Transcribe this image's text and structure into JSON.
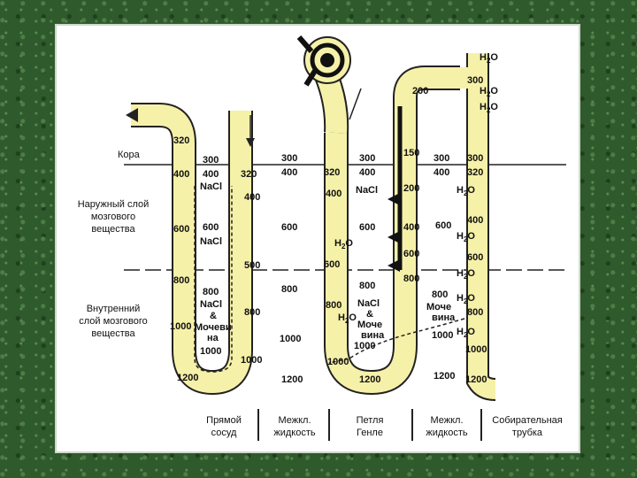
{
  "zones": {
    "cortex": "Кора",
    "outer_medulla": [
      "Наружный слой",
      "мозгового",
      "вещества"
    ],
    "inner_medulla": [
      "Внутренний",
      "слой мозгового",
      "вещества"
    ]
  },
  "vasa_recta": {
    "left_limb": [
      "320",
      "400",
      "600",
      "800",
      "1000",
      "1200"
    ],
    "inner_left": [
      "300",
      "400",
      "600",
      "800",
      "1000"
    ],
    "inner_right": [
      "320",
      "400",
      "500",
      "800",
      "1000"
    ],
    "nacl1": "NaCl",
    "nacl2": "NaCl",
    "nacl3": "NaCl",
    "and": "&",
    "urea": [
      "Мочеви",
      "на"
    ]
  },
  "interstitium1": [
    "300",
    "400",
    "600",
    "800",
    "1000",
    "1200"
  ],
  "loop_henle": {
    "left_limb": [
      "320",
      "400",
      "600",
      "800",
      "1000"
    ],
    "inner_left": [
      "300",
      "400",
      "600",
      "800",
      "1000"
    ],
    "inner_right": [
      "150",
      "200",
      "400",
      "600",
      "800"
    ],
    "top": "200",
    "nacl1": "NaCl",
    "nacl2": "NaCl",
    "and": "&",
    "urea": [
      "Моче",
      "вина"
    ],
    "bottom": "1200"
  },
  "interstitium2": [
    "300",
    "400",
    "600",
    "800",
    "1000",
    "1200"
  ],
  "interstitium2_urea": [
    "Моче",
    "вина"
  ],
  "collecting_duct": [
    "300",
    "320",
    "400",
    "600",
    "800",
    "1000",
    "1200"
  ],
  "water": [
    "H",
    "2",
    "O"
  ],
  "footer": [
    [
      "Прямой",
      "сосуд"
    ],
    [
      "Межкл.",
      "жидкость"
    ],
    [
      "Петля",
      "Генле"
    ],
    [
      "Межкл.",
      "жидкость"
    ],
    [
      "Собирательная",
      "трубка"
    ]
  ],
  "colors": {
    "tube": "#f6f1a8",
    "stroke": "#222222",
    "background": "#2f5a2c"
  }
}
